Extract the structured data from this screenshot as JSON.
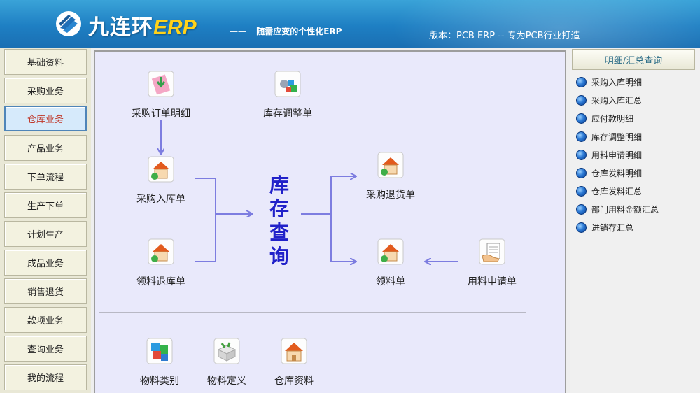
{
  "header": {
    "brand_cn": "九连环",
    "brand_en": "ERP",
    "slogan_dash": "——",
    "slogan": "随需应变的个性化ERP",
    "version": "版本：PCB ERP -- 专为PCB行业打造"
  },
  "leftnav": {
    "active_index": 2,
    "items": [
      {
        "label": "基础资料"
      },
      {
        "label": "采购业务"
      },
      {
        "label": "仓库业务"
      },
      {
        "label": "产品业务"
      },
      {
        "label": "下单流程"
      },
      {
        "label": "生产下单"
      },
      {
        "label": "计划生产"
      },
      {
        "label": "成品业务"
      },
      {
        "label": "销售退货"
      },
      {
        "label": "款项业务"
      },
      {
        "label": "查询业务"
      },
      {
        "label": "我的流程"
      }
    ]
  },
  "flow": {
    "center_label": "库存查询",
    "nodes": {
      "purchase_order_detail": {
        "label": "采购订单明细",
        "icon": "purchase-order-icon"
      },
      "stock_adjust": {
        "label": "库存调整单",
        "icon": "stock-adjust-icon"
      },
      "purchase_inbound": {
        "label": "采购入库单",
        "icon": "house-inbound-icon"
      },
      "material_return": {
        "label": "领料退库单",
        "icon": "house-return-icon"
      },
      "purchase_return": {
        "label": "采购退货单",
        "icon": "house-return-goods-icon"
      },
      "material_requisition": {
        "label": "领料单",
        "icon": "house-requisition-icon"
      },
      "material_request": {
        "label": "用料申请单",
        "icon": "request-form-icon"
      }
    },
    "bottom": [
      {
        "label": "物料类别",
        "icon": "cubes-icon"
      },
      {
        "label": "物料定义",
        "icon": "box-define-icon"
      },
      {
        "label": "仓库资料",
        "icon": "warehouse-icon"
      }
    ]
  },
  "right_panel": {
    "title": "明细/汇总查询",
    "items": [
      {
        "label": "采购入库明细"
      },
      {
        "label": "采购入库汇总"
      },
      {
        "label": "应付款明细"
      },
      {
        "label": "库存调整明细"
      },
      {
        "label": "用料申请明细"
      },
      {
        "label": "仓库发料明细"
      },
      {
        "label": "仓库发料汇总"
      },
      {
        "label": "部门用料金额汇总"
      },
      {
        "label": "进销存汇总"
      }
    ]
  },
  "colors": {
    "header_blue": "#1e7fc3",
    "brand_yellow": "#ffd21a",
    "flow_text_blue": "#2121c9",
    "arrow_purple": "#7d7de0",
    "active_red": "#c0392b"
  }
}
